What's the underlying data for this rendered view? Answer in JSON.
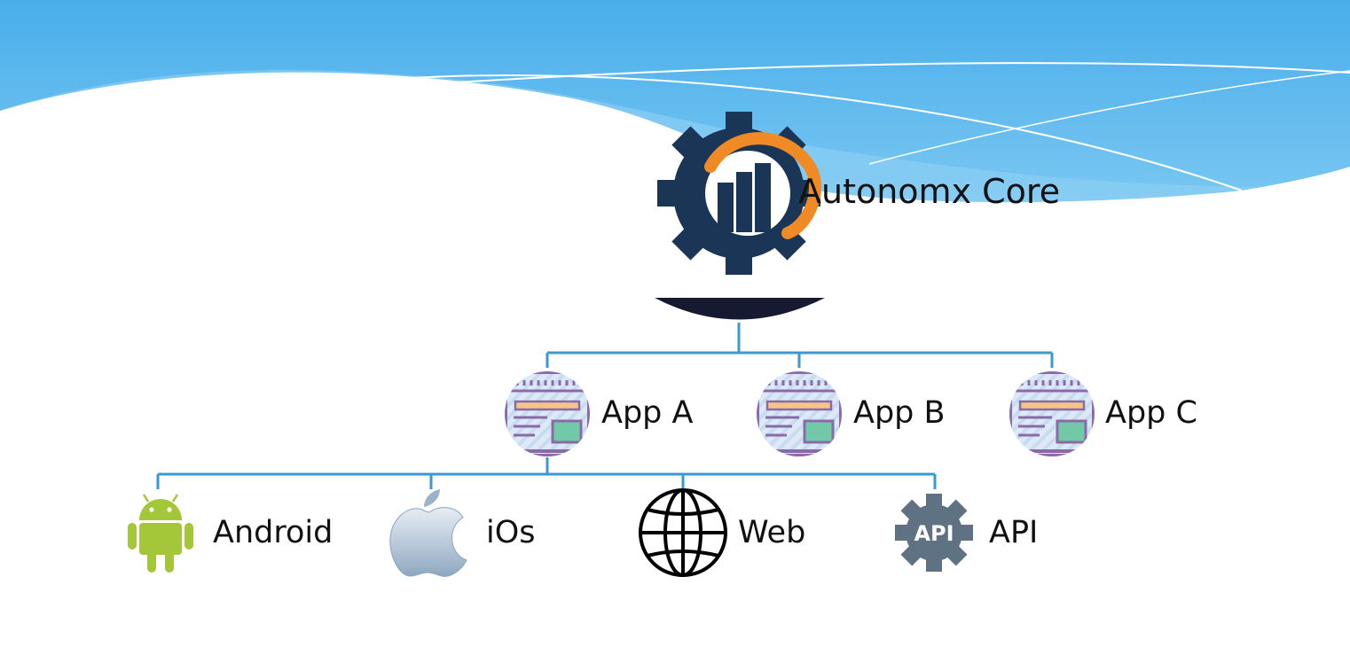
{
  "colors": {
    "sky_dark": "#4cb0ea",
    "sky_light": "#8fd0f5",
    "connector": "#3a9ad0",
    "gear": "#1b3557",
    "arc": "#f08a24",
    "android_green": "#a4c639",
    "api_gear": "#5f7284"
  },
  "core": {
    "label": "Autonomx Core",
    "icon": "gear-chart-icon"
  },
  "apps": [
    {
      "label": "App A",
      "icon": "app-window-icon"
    },
    {
      "label": "App B",
      "icon": "app-window-icon"
    },
    {
      "label": "App C",
      "icon": "app-window-icon"
    }
  ],
  "platforms": [
    {
      "label": "Android",
      "icon": "android-icon"
    },
    {
      "label": "iOs",
      "icon": "apple-icon"
    },
    {
      "label": "Web",
      "icon": "globe-icon"
    },
    {
      "label": "API",
      "icon": "api-gear-icon",
      "badge": "API"
    }
  ]
}
